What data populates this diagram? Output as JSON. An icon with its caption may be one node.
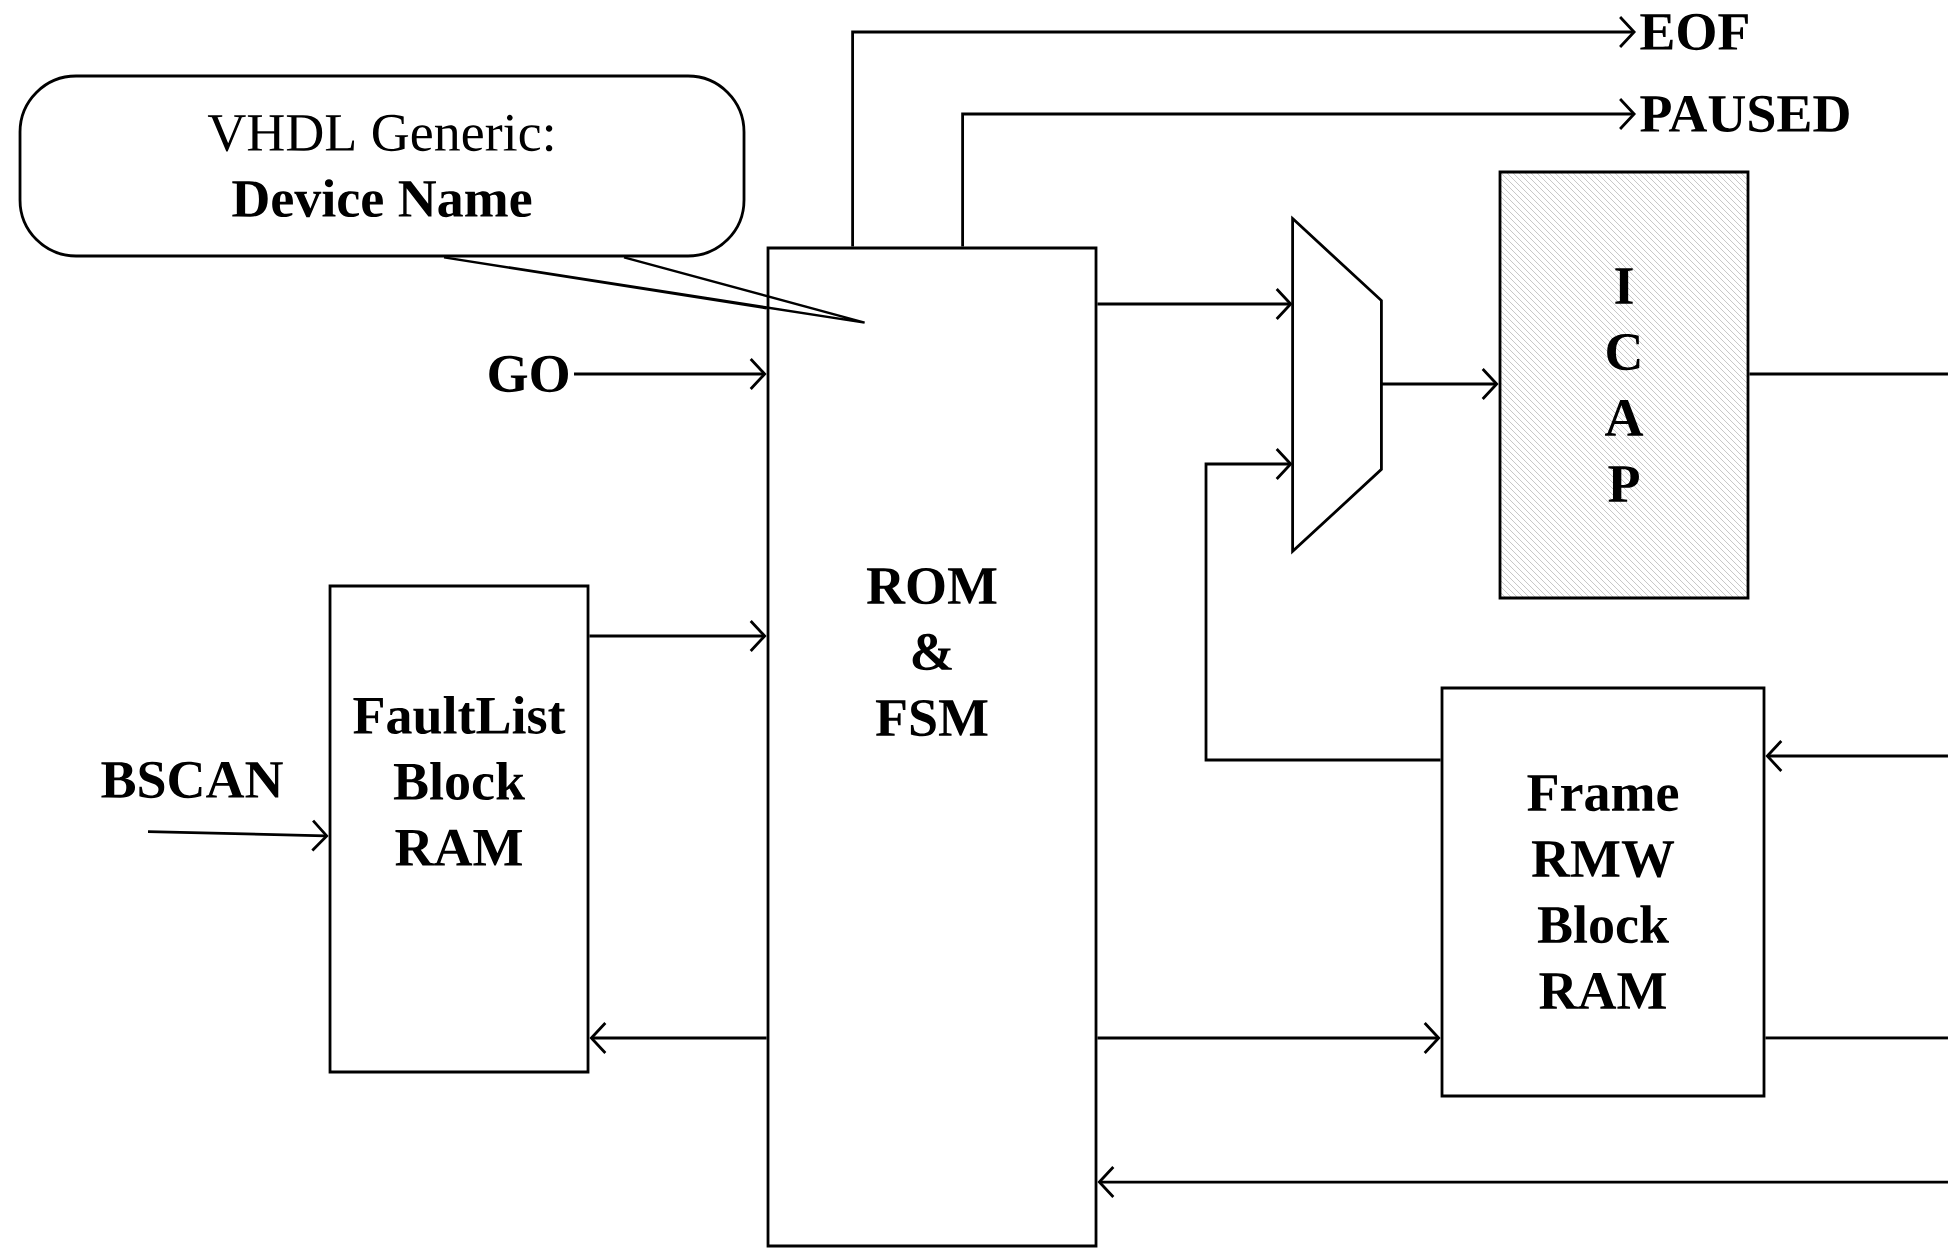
{
  "diagram": {
    "nodes": [
      {
        "text": [
          "VHDL Generic:",
          "Device Name"
        ]
      },
      {
        "text": [
          "ROM & FSM"
        ]
      },
      {
        "text": [
          "FaultList Block RAM"
        ]
      },
      {
        "text": [],
        "shape": "trapezoid"
      },
      {
        "text": [
          "I C A P"
        ]
      },
      {
        "text": [
          "Frame RMW Block RAM"
        ]
      },
      {
        "text": [
          "EOF"
        ]
      },
      {
        "text": [
          "PAUSED"
        ]
      },
      {
        "text": [
          "GO"
        ]
      },
      {
        "text": [
          "BSCAN"
        ]
      }
    ],
    "edges": [
      {
        "from": 1,
        "to": 6,
        "arrow": "to"
      },
      {
        "from": 1,
        "to": 7,
        "arrow": "to"
      },
      {
        "from": 8,
        "to": 1,
        "arrow": "to"
      },
      {
        "from": 9,
        "to": 2,
        "arrow": "to"
      },
      {
        "from": 2,
        "to": 1,
        "arrow": "to"
      },
      {
        "from": 1,
        "to": 2,
        "arrow": "to"
      },
      {
        "from": 1,
        "to": 3,
        "arrow": "to"
      },
      {
        "from": 5,
        "to": 3,
        "arrow": "to"
      },
      {
        "from": 3,
        "to": 4,
        "arrow": "to"
      },
      {
        "from": 4,
        "to": null,
        "arrow": "none"
      },
      {
        "from": null,
        "to": 5,
        "arrow": "to"
      },
      {
        "from": 1,
        "to": 5,
        "arrow": "to"
      },
      {
        "from": 5,
        "to": null,
        "arrow": "none"
      },
      {
        "from": null,
        "to": 1,
        "arrow": "to"
      },
      {
        "from": 0,
        "to": 1,
        "arrow": "none"
      }
    ]
  }
}
